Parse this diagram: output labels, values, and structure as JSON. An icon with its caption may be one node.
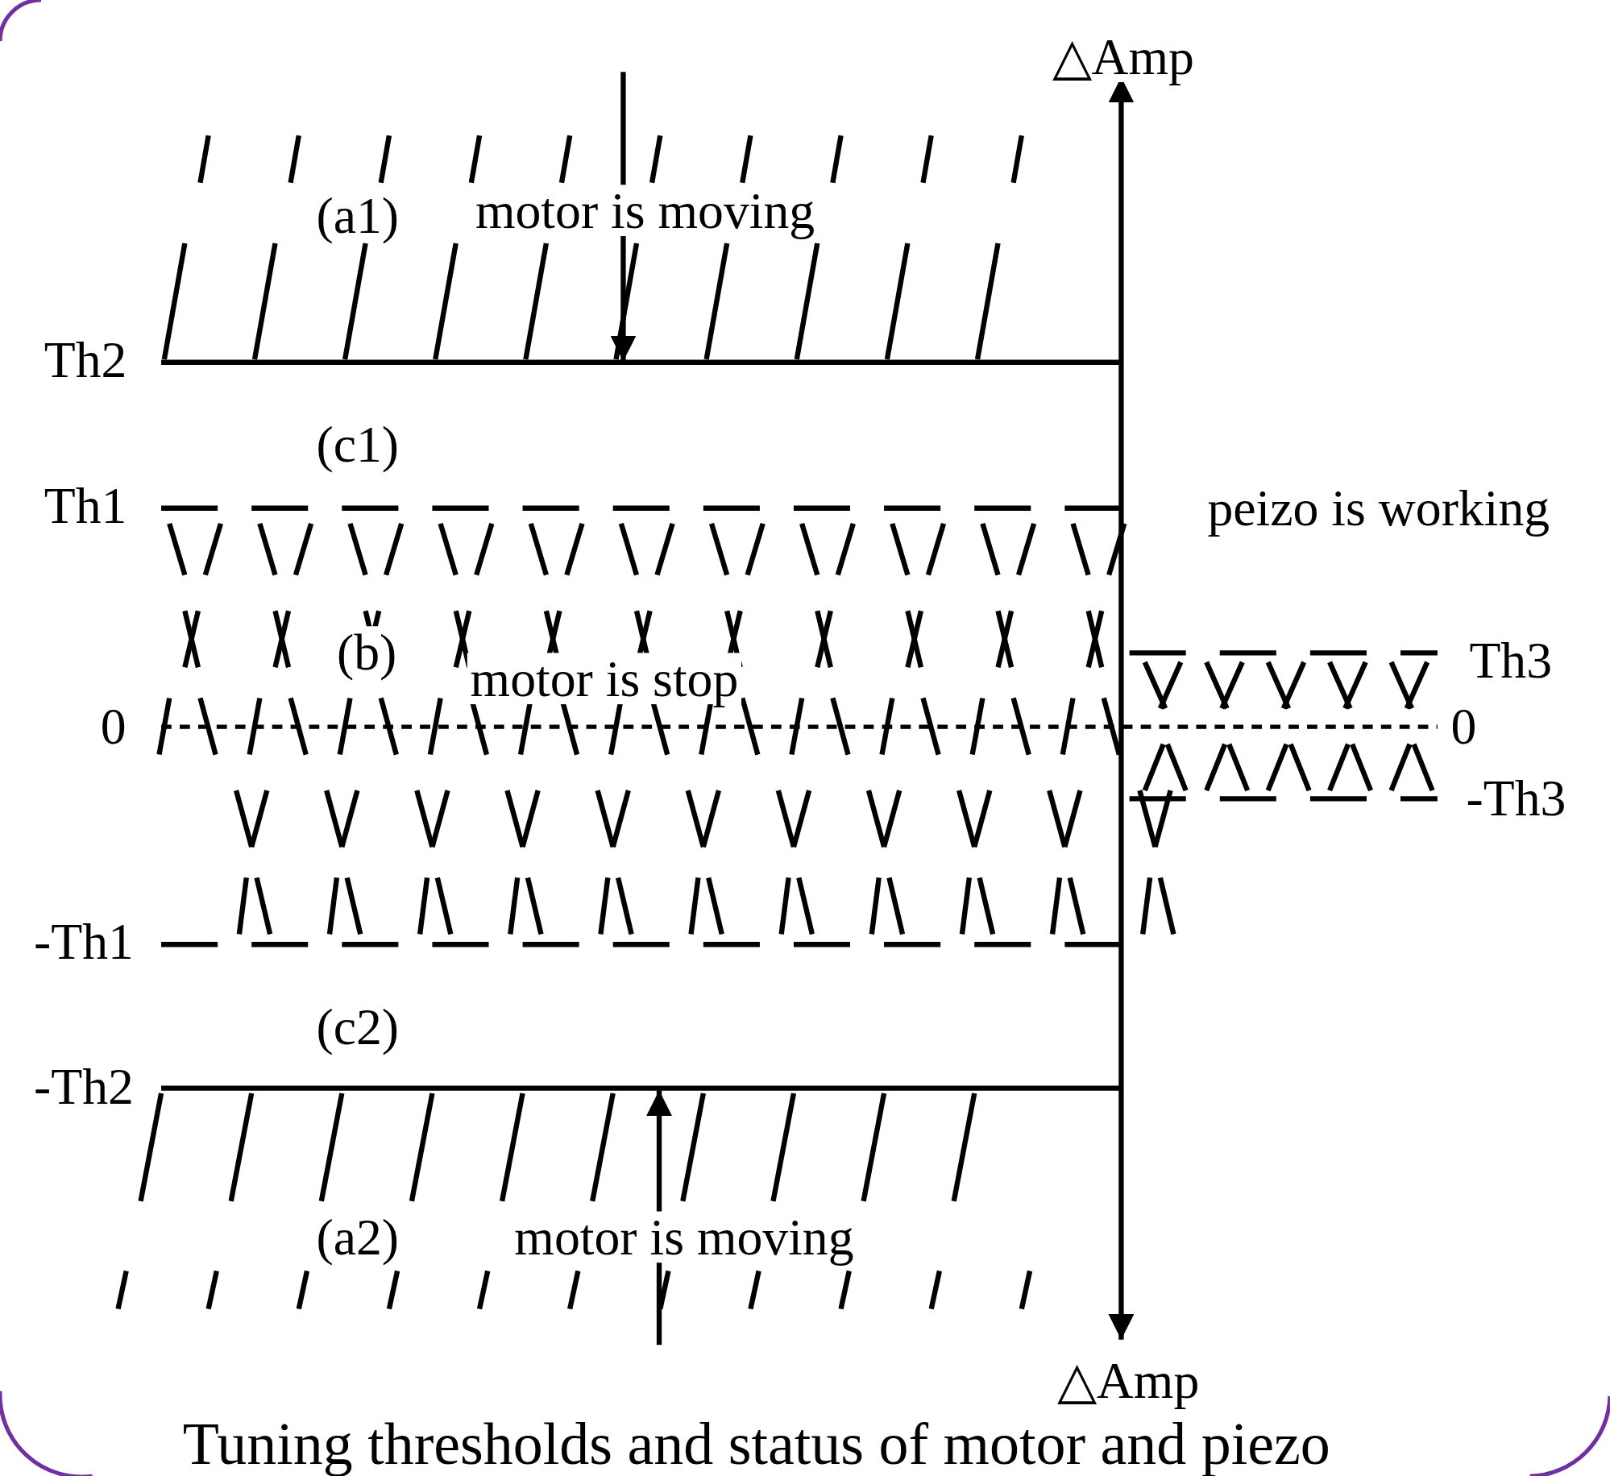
{
  "diagram": {
    "caption": "Tuning thresholds and status of motor and piezo",
    "labels": [
      "△Amp",
      "(a1)",
      "motor is moving",
      "Th2",
      "(c1)",
      "Th1",
      "peizo is working",
      "(b)",
      "motor is stop",
      "Th3",
      "0",
      "0",
      "-Th3",
      "-Th1",
      "(c2)",
      "-Th2",
      "(a2)",
      "motor is moving",
      "△Amp"
    ]
  }
}
